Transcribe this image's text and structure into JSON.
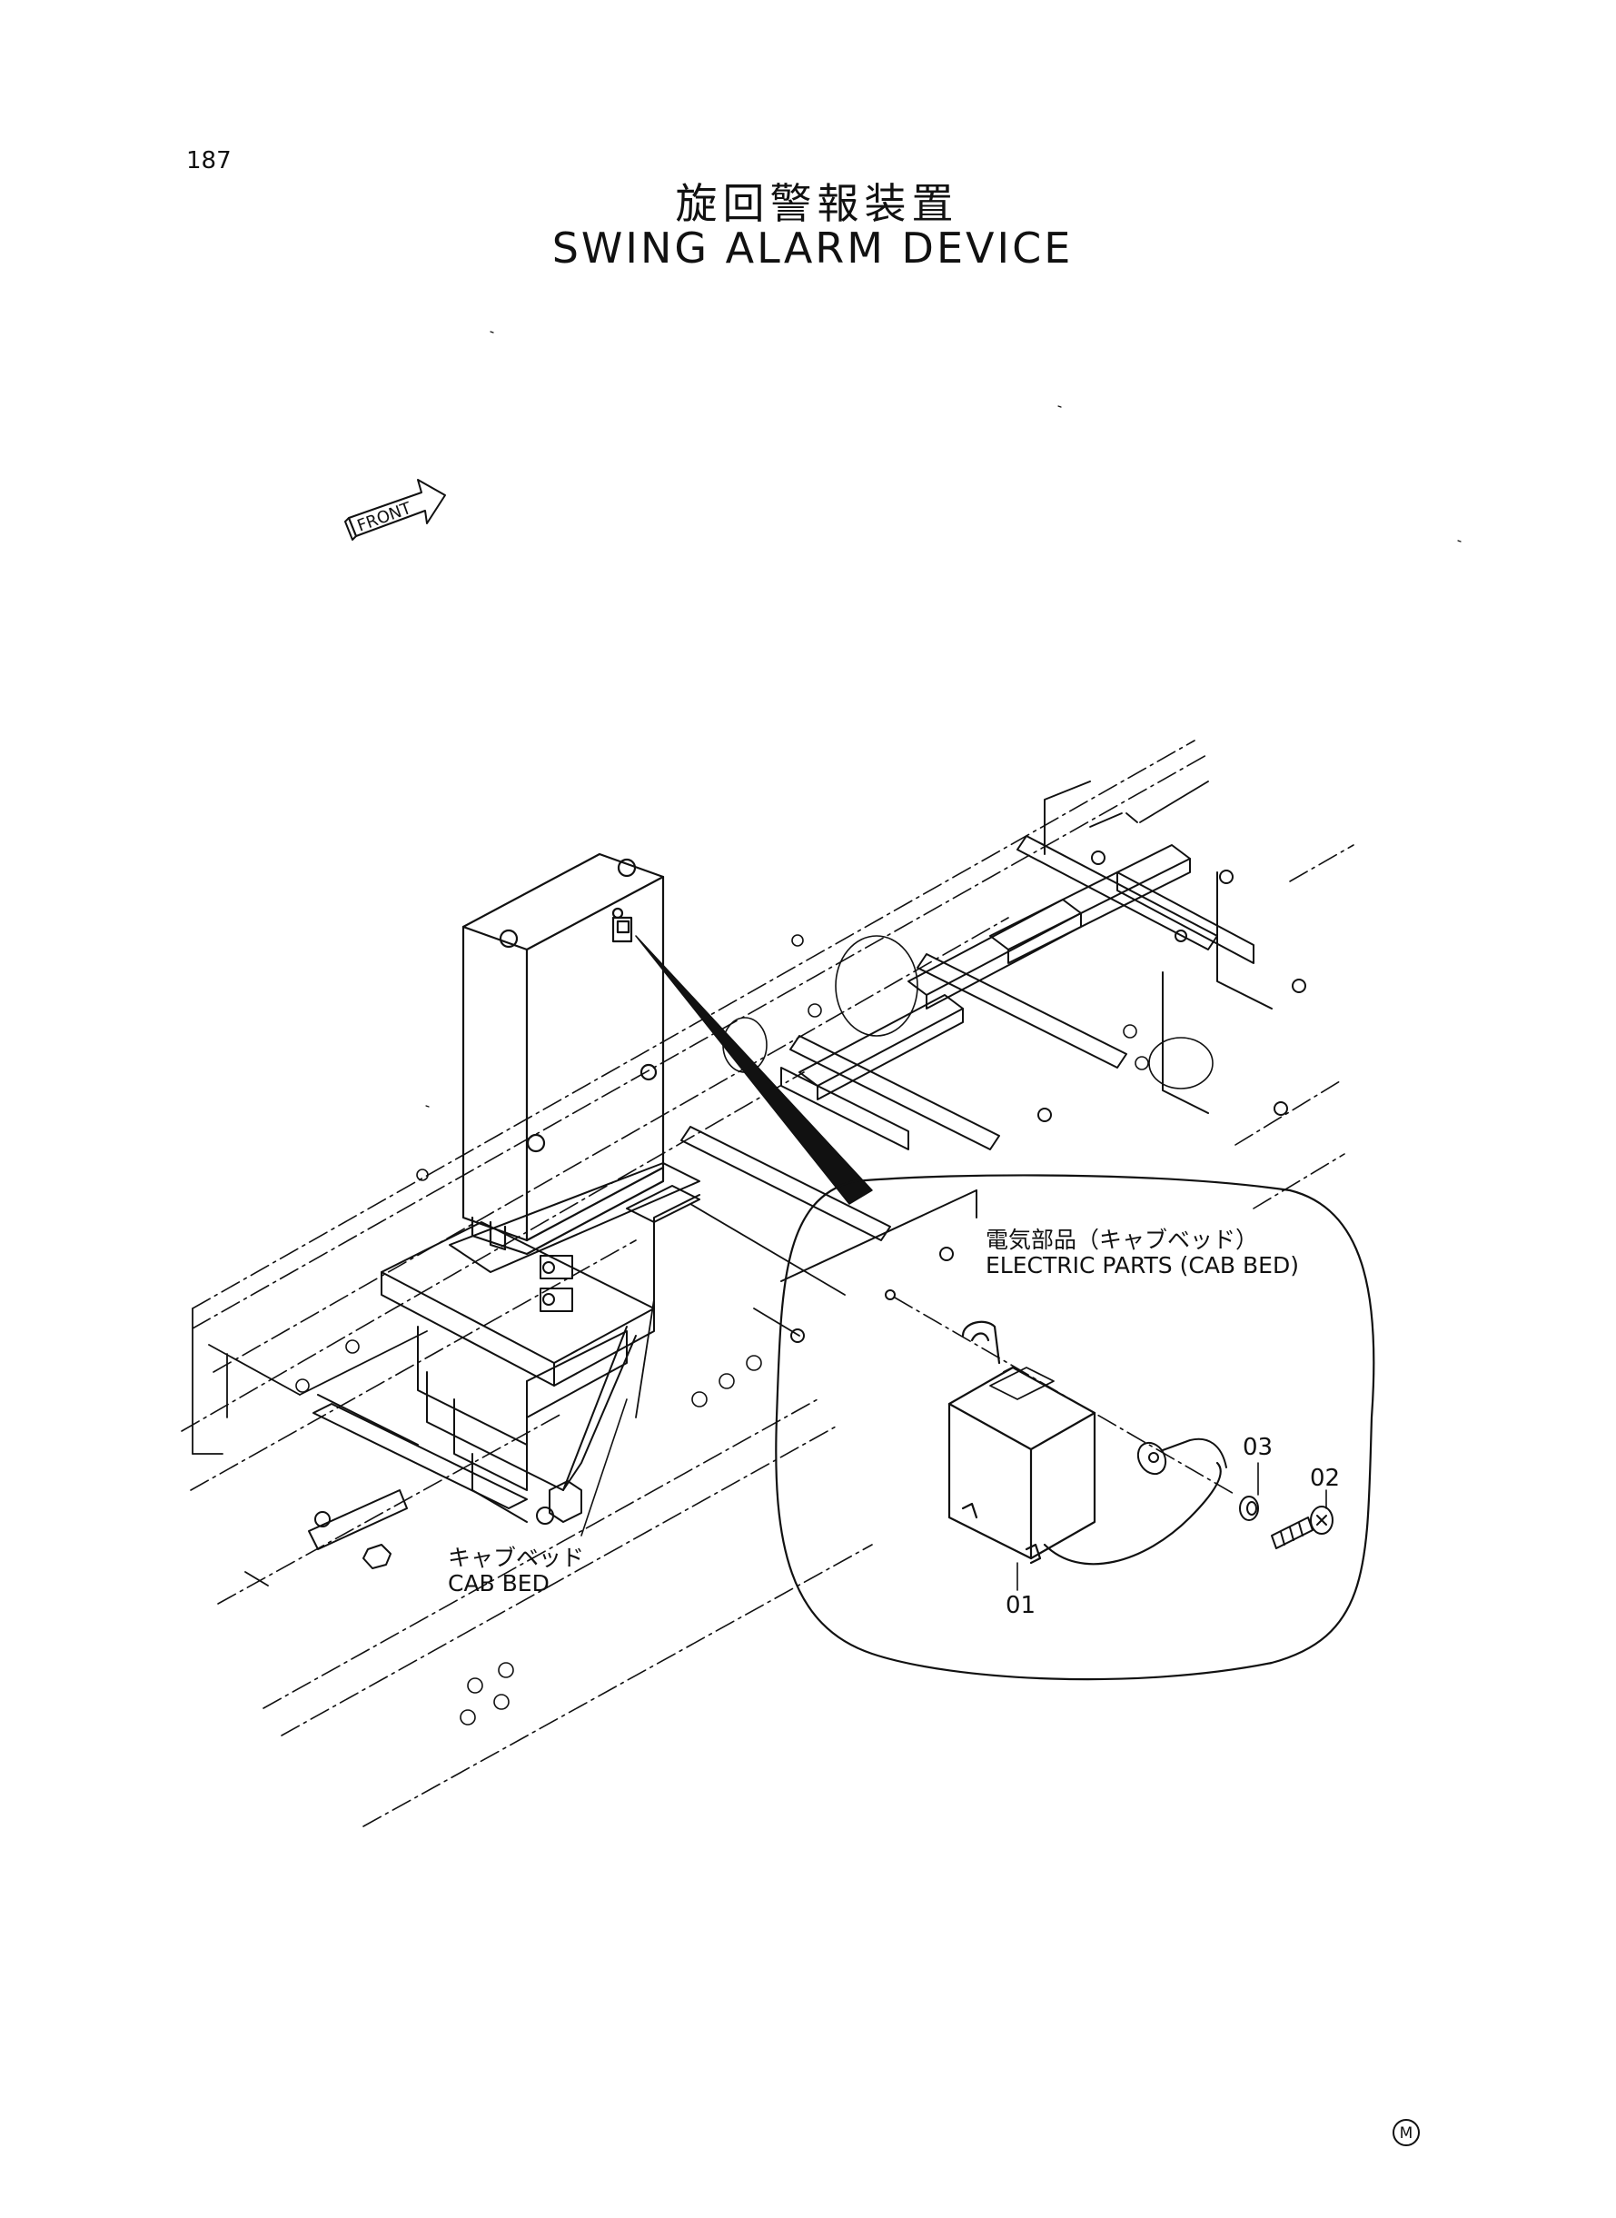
{
  "page_number": "187",
  "title_jp": "旋回警報装置",
  "title_en": "SWING ALARM DEVICE",
  "front_label": "FRONT",
  "detail_label_jp": "電気部品（キャブベッド）",
  "detail_label_en": "ELECTRIC PARTS (CAB BED)",
  "cab_bed_jp": "キャブベッド",
  "cab_bed_en": "CAB BED",
  "parts": [
    "01",
    "02",
    "03"
  ],
  "footer_mark": "M"
}
